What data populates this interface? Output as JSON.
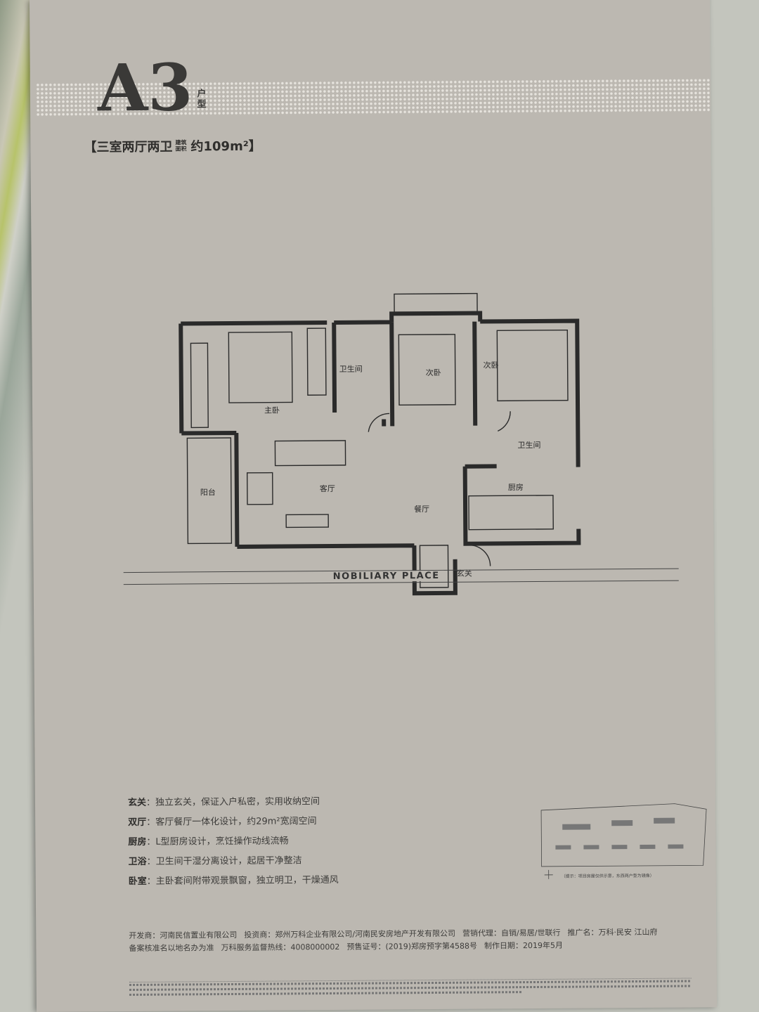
{
  "header": {
    "unit_code": "A3",
    "unit_suffix": "户型",
    "layout_label": "【三室两厅两卫",
    "area_label_small": "建筑面积",
    "area_value": "约109m²】"
  },
  "floor_plan": {
    "rooms": [
      "主卧",
      "卫生间",
      "次卧",
      "次卧",
      "卫生间",
      "阳台",
      "客厅",
      "餐厅",
      "厨房",
      "玄关"
    ]
  },
  "brand": "NOBILIARY PLACE",
  "features": [
    {
      "name": "玄关",
      "text": "：独立玄关，保证入户私密，实用收纳空间"
    },
    {
      "name": "双厅",
      "text": "：客厅餐厅一体化设计，约29m²宽阔空间"
    },
    {
      "name": "厨房",
      "text": "：L型厨房设计，烹饪操作动线流畅"
    },
    {
      "name": "卫浴",
      "text": "：卫生间干湿分离设计，起居干净整洁"
    },
    {
      "name": "卧室",
      "text": "：主卧套间附带观景飘窗，独立明卫，干燥通风"
    }
  ],
  "sitemap_note": "（提示：项目房屋仅供示意，东西两户型为镜像）",
  "footer": {
    "developer": "开发商：河南民信置业有限公司",
    "investor": "投资商：郑州万科企业有限公司/河南民安房地产开发有限公司",
    "agent": "营销代理：自销/易居/世联行",
    "promo_name": "推广名：万科·民安 江山府",
    "registration": "备案核准名以地名办为准",
    "hotline": "万科服务监督热线：4008000002",
    "presale": "预售证号：(2019)郑房预字第4588号",
    "date": "制作日期：2019年5月"
  },
  "colors": {
    "paper": "#bcb8b1",
    "ink": "#2f2e2c"
  }
}
